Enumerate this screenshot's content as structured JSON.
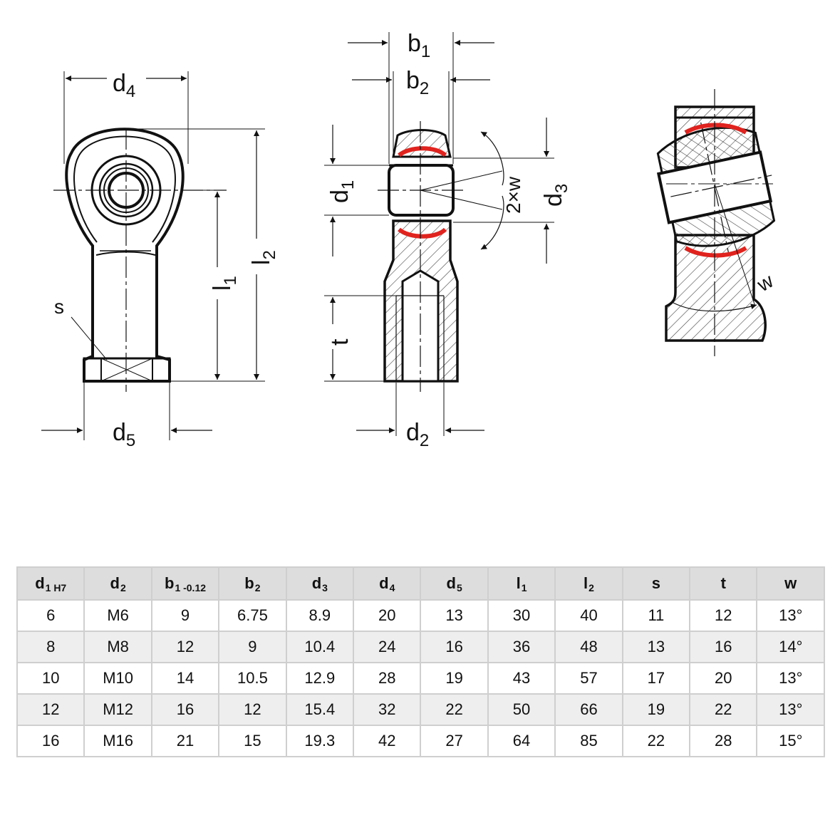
{
  "drawing": {
    "labels": {
      "d4": {
        "main": "d",
        "sub": "4"
      },
      "d5": {
        "main": "d",
        "sub": "5"
      },
      "s": {
        "main": "s"
      },
      "l1": {
        "main": "l",
        "sub": "1"
      },
      "l2": {
        "main": "l",
        "sub": "2"
      },
      "b1": {
        "main": "b",
        "sub": "1"
      },
      "b2": {
        "main": "b",
        "sub": "2"
      },
      "d1": {
        "main": "d",
        "sub": "1"
      },
      "d2": {
        "main": "d",
        "sub": "2"
      },
      "d3": {
        "main": "d",
        "sub": "3"
      },
      "t": {
        "main": "t"
      },
      "two_w": {
        "main": "2×w"
      },
      "w": {
        "main": "w"
      }
    },
    "colors": {
      "line": "#111111",
      "seal": "#e0231e",
      "hatch": "#444444"
    }
  },
  "table": {
    "headers": [
      {
        "main": "d",
        "sub": "1 H7"
      },
      {
        "main": "d",
        "sub": "2"
      },
      {
        "main": "b",
        "sub": "1 -0.12"
      },
      {
        "main": "b",
        "sub": "2"
      },
      {
        "main": "d",
        "sub": "3"
      },
      {
        "main": "d",
        "sub": "4"
      },
      {
        "main": "d",
        "sub": "5"
      },
      {
        "main": "l",
        "sub": "1"
      },
      {
        "main": "l",
        "sub": "2"
      },
      {
        "main": "s",
        "sub": ""
      },
      {
        "main": "t",
        "sub": ""
      },
      {
        "main": "w",
        "sub": ""
      }
    ],
    "rows": [
      [
        "6",
        "M6",
        "9",
        "6.75",
        "8.9",
        "20",
        "13",
        "30",
        "40",
        "11",
        "12",
        "13°"
      ],
      [
        "8",
        "M8",
        "12",
        "9",
        "10.4",
        "24",
        "16",
        "36",
        "48",
        "13",
        "16",
        "14°"
      ],
      [
        "10",
        "M10",
        "14",
        "10.5",
        "12.9",
        "28",
        "19",
        "43",
        "57",
        "17",
        "20",
        "13°"
      ],
      [
        "12",
        "M12",
        "16",
        "12",
        "15.4",
        "32",
        "22",
        "50",
        "66",
        "19",
        "22",
        "13°"
      ],
      [
        "16",
        "M16",
        "21",
        "15",
        "19.3",
        "42",
        "27",
        "64",
        "85",
        "22",
        "28",
        "15°"
      ]
    ]
  }
}
